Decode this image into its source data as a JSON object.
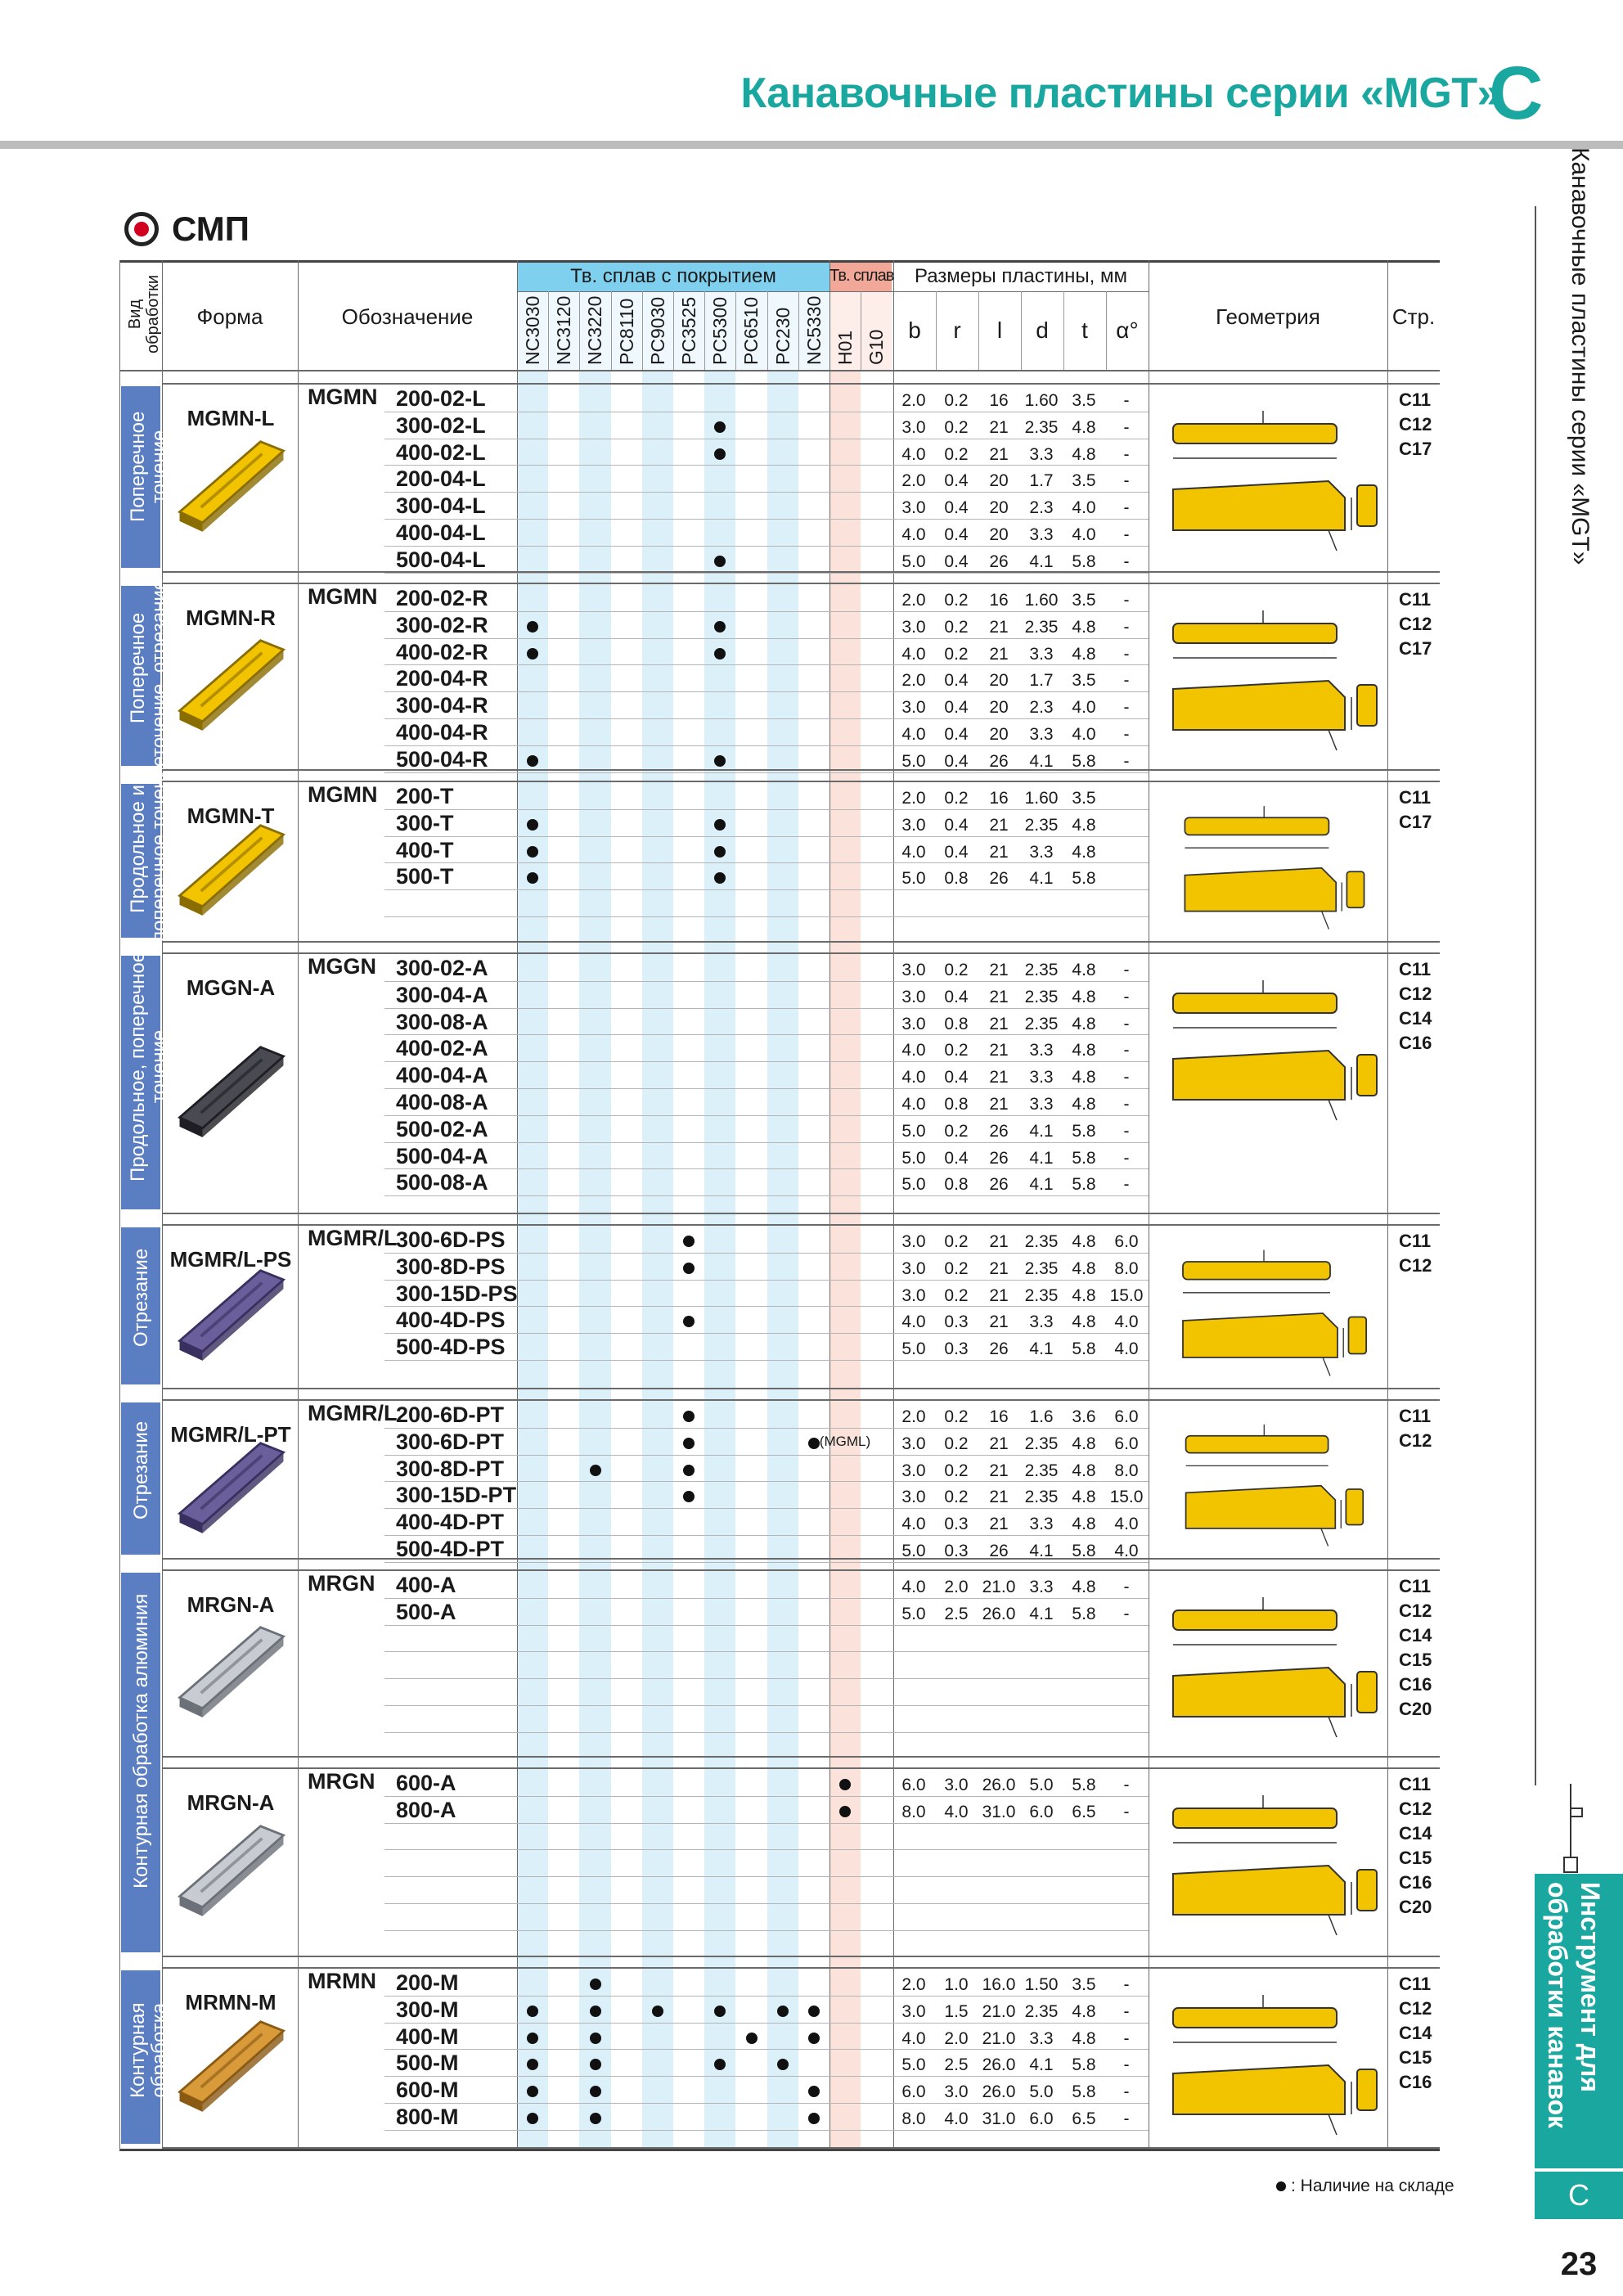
{
  "page": {
    "title": "Канавочные пластины серии «MGT»",
    "section_letter": "C",
    "side_label": "Канавочные пластины серии «MGT»",
    "side_tab": [
      "Инструмент для",
      "обработки канавок"
    ],
    "side_letter": "C",
    "page_number": "23",
    "heading": "СМП",
    "footnote": ": Наличие на складе"
  },
  "header": {
    "col_type": [
      "Вид",
      "обработки"
    ],
    "col_shape": "Форма",
    "col_designation": "Обозначение",
    "group_coated": "Тв. сплав с покрытием",
    "group_carbide": "Тв. сплав",
    "group_dims": "Размеры пластины, мм",
    "col_geometry": "Геометрия",
    "col_page": "Стр.",
    "grades": [
      "NC3030",
      "NC3120",
      "NC3220",
      "PC8110",
      "PC9030",
      "PC3525",
      "PC5300",
      "PC6510",
      "PC230",
      "NC5330",
      "H01",
      "G10"
    ],
    "dims": [
      "b",
      "r",
      "l",
      "d",
      "t",
      "α°"
    ]
  },
  "groups": [
    {
      "category": [
        "Поперечное",
        "точение"
      ],
      "shape": "MGMN-L",
      "prefix": "MGMN",
      "image": "gold-insert-icon",
      "pages": [
        "C11",
        "C12",
        "C17"
      ],
      "rows": [
        {
          "code": "200-02-L",
          "dots": [],
          "dims": [
            "2.0",
            "0.2",
            "16",
            "1.60",
            "3.5",
            "-"
          ]
        },
        {
          "code": "300-02-L",
          "dots": [
            6
          ],
          "dims": [
            "3.0",
            "0.2",
            "21",
            "2.35",
            "4.8",
            "-"
          ]
        },
        {
          "code": "400-02-L",
          "dots": [
            6
          ],
          "dims": [
            "4.0",
            "0.2",
            "21",
            "3.3",
            "4.8",
            "-"
          ]
        },
        {
          "code": "200-04-L",
          "dots": [],
          "dims": [
            "2.0",
            "0.4",
            "20",
            "1.7",
            "3.5",
            "-"
          ]
        },
        {
          "code": "300-04-L",
          "dots": [],
          "dims": [
            "3.0",
            "0.4",
            "20",
            "2.3",
            "4.0",
            "-"
          ]
        },
        {
          "code": "400-04-L",
          "dots": [],
          "dims": [
            "4.0",
            "0.4",
            "20",
            "3.3",
            "4.0",
            "-"
          ]
        },
        {
          "code": "500-04-L",
          "dots": [
            6
          ],
          "dims": [
            "5.0",
            "0.4",
            "26",
            "4.1",
            "5.8",
            "-"
          ]
        }
      ]
    },
    {
      "category": [
        "Поперечное",
        "точение, отрезание"
      ],
      "shape": "MGMN-R",
      "prefix": "MGMN",
      "image": "gold-insert-icon",
      "pages": [
        "C11",
        "C12",
        "C17"
      ],
      "rows": [
        {
          "code": "200-02-R",
          "dots": [],
          "dims": [
            "2.0",
            "0.2",
            "16",
            "1.60",
            "3.5",
            "-"
          ]
        },
        {
          "code": "300-02-R",
          "dots": [
            0,
            6
          ],
          "dims": [
            "3.0",
            "0.2",
            "21",
            "2.35",
            "4.8",
            "-"
          ]
        },
        {
          "code": "400-02-R",
          "dots": [
            0,
            6
          ],
          "dims": [
            "4.0",
            "0.2",
            "21",
            "3.3",
            "4.8",
            "-"
          ]
        },
        {
          "code": "200-04-R",
          "dots": [],
          "dims": [
            "2.0",
            "0.4",
            "20",
            "1.7",
            "3.5",
            "-"
          ]
        },
        {
          "code": "300-04-R",
          "dots": [],
          "dims": [
            "3.0",
            "0.4",
            "20",
            "2.3",
            "4.0",
            "-"
          ]
        },
        {
          "code": "400-04-R",
          "dots": [],
          "dims": [
            "4.0",
            "0.4",
            "20",
            "3.3",
            "4.0",
            "-"
          ]
        },
        {
          "code": "500-04-R",
          "dots": [
            0,
            6
          ],
          "dims": [
            "5.0",
            "0.4",
            "26",
            "4.1",
            "5.8",
            "-"
          ]
        }
      ]
    },
    {
      "category": [
        "Продольное и",
        "поперечное точение"
      ],
      "shape": "MGMN-T",
      "prefix": "MGMN",
      "image": "gold-insert-icon",
      "pages": [
        "C11",
        "C17"
      ],
      "rows": [
        {
          "code": "200-T",
          "dots": [],
          "dims": [
            "2.0",
            "0.2",
            "16",
            "1.60",
            "3.5",
            ""
          ]
        },
        {
          "code": "300-T",
          "dots": [
            0,
            6
          ],
          "dims": [
            "3.0",
            "0.4",
            "21",
            "2.35",
            "4.8",
            ""
          ]
        },
        {
          "code": "400-T",
          "dots": [
            0,
            6
          ],
          "dims": [
            "4.0",
            "0.4",
            "21",
            "3.3",
            "4.8",
            ""
          ]
        },
        {
          "code": "500-T",
          "dots": [
            0,
            6
          ],
          "dims": [
            "5.0",
            "0.8",
            "26",
            "4.1",
            "5.8",
            ""
          ]
        }
      ]
    },
    {
      "category": [
        "Продольное, поперечное",
        "точение"
      ],
      "shape": "MGGN-A",
      "prefix": "MGGN",
      "image": "dark-insert-icon",
      "pages": [
        "C11",
        "C12",
        "C14",
        "C16"
      ],
      "rows": [
        {
          "code": "300-02-A",
          "dots": [],
          "dims": [
            "3.0",
            "0.2",
            "21",
            "2.35",
            "4.8",
            "-"
          ]
        },
        {
          "code": "300-04-A",
          "dots": [],
          "dims": [
            "3.0",
            "0.4",
            "21",
            "2.35",
            "4.8",
            "-"
          ]
        },
        {
          "code": "300-08-A",
          "dots": [],
          "dims": [
            "3.0",
            "0.8",
            "21",
            "2.35",
            "4.8",
            "-"
          ]
        },
        {
          "code": "400-02-A",
          "dots": [],
          "dims": [
            "4.0",
            "0.2",
            "21",
            "3.3",
            "4.8",
            "-"
          ]
        },
        {
          "code": "400-04-A",
          "dots": [],
          "dims": [
            "4.0",
            "0.4",
            "21",
            "3.3",
            "4.8",
            "-"
          ]
        },
        {
          "code": "400-08-A",
          "dots": [],
          "dims": [
            "4.0",
            "0.8",
            "21",
            "3.3",
            "4.8",
            "-"
          ]
        },
        {
          "code": "500-02-A",
          "dots": [],
          "dims": [
            "5.0",
            "0.2",
            "26",
            "4.1",
            "5.8",
            "-"
          ]
        },
        {
          "code": "500-04-A",
          "dots": [],
          "dims": [
            "5.0",
            "0.4",
            "26",
            "4.1",
            "5.8",
            "-"
          ]
        },
        {
          "code": "500-08-A",
          "dots": [],
          "dims": [
            "5.0",
            "0.8",
            "26",
            "4.1",
            "5.8",
            "-"
          ]
        }
      ]
    },
    {
      "category": [
        "Отрезание"
      ],
      "shape": "MGMR/L-PS",
      "prefix": "MGMR/L",
      "image": "purple-insert-icon",
      "pages": [
        "C11",
        "C12"
      ],
      "rows": [
        {
          "code": "300-6D-PS",
          "dots": [
            5
          ],
          "dims": [
            "3.0",
            "0.2",
            "21",
            "2.35",
            "4.8",
            "6.0"
          ]
        },
        {
          "code": "300-8D-PS",
          "dots": [
            5
          ],
          "dims": [
            "3.0",
            "0.2",
            "21",
            "2.35",
            "4.8",
            "8.0"
          ]
        },
        {
          "code": "300-15D-PS",
          "dots": [],
          "dims": [
            "3.0",
            "0.2",
            "21",
            "2.35",
            "4.8",
            "15.0"
          ]
        },
        {
          "code": "400-4D-PS",
          "dots": [
            5
          ],
          "dims": [
            "4.0",
            "0.3",
            "21",
            "3.3",
            "4.8",
            "4.0"
          ]
        },
        {
          "code": "500-4D-PS",
          "dots": [],
          "dims": [
            "5.0",
            "0.3",
            "26",
            "4.1",
            "5.8",
            "4.0"
          ]
        }
      ]
    },
    {
      "category": [
        "Отрезание"
      ],
      "shape": "MGMR/L-PT",
      "prefix": "MGMR/L",
      "image": "purple-insert-icon",
      "pages": [
        "C11",
        "C12"
      ],
      "note": "(MGML)",
      "rows": [
        {
          "code": "200-6D-PT",
          "dots": [
            5
          ],
          "dims": [
            "2.0",
            "0.2",
            "16",
            "1.6",
            "3.6",
            "6.0"
          ]
        },
        {
          "code": "300-6D-PT",
          "dots": [
            5,
            9
          ],
          "dims": [
            "3.0",
            "0.2",
            "21",
            "2.35",
            "4.8",
            "6.0"
          ]
        },
        {
          "code": "300-8D-PT",
          "dots": [
            2,
            5
          ],
          "dims": [
            "3.0",
            "0.2",
            "21",
            "2.35",
            "4.8",
            "8.0"
          ]
        },
        {
          "code": "300-15D-PT",
          "dots": [
            5
          ],
          "dims": [
            "3.0",
            "0.2",
            "21",
            "2.35",
            "4.8",
            "15.0"
          ]
        },
        {
          "code": "400-4D-PT",
          "dots": [],
          "dims": [
            "4.0",
            "0.3",
            "21",
            "3.3",
            "4.8",
            "4.0"
          ]
        },
        {
          "code": "500-4D-PT",
          "dots": [],
          "dims": [
            "5.0",
            "0.3",
            "26",
            "4.1",
            "5.8",
            "4.0"
          ]
        }
      ]
    },
    {
      "category": [
        "Контурная обработка алюминия"
      ],
      "shape": "MRGN-A",
      "prefix": "MRGN",
      "image": "silver-insert-icon",
      "pages": [
        "C11",
        "C12",
        "C14",
        "C15",
        "C16",
        "C20"
      ],
      "rows": [
        {
          "code": "400-A",
          "dots": [],
          "dims": [
            "4.0",
            "2.0",
            "21.0",
            "3.3",
            "4.8",
            "-"
          ]
        },
        {
          "code": "500-A",
          "dots": [],
          "dims": [
            "5.0",
            "2.5",
            "26.0",
            "4.1",
            "5.8",
            "-"
          ]
        }
      ]
    },
    {
      "category": [],
      "shape": "MRGN-A",
      "prefix": "MRGN",
      "image": "silver-insert-icon",
      "pages": [
        "C11",
        "C12",
        "C14",
        "C15",
        "C16",
        "C20"
      ],
      "rows": [
        {
          "code": "600-A",
          "dots": [
            10
          ],
          "dims": [
            "6.0",
            "3.0",
            "26.0",
            "5.0",
            "5.8",
            "-"
          ]
        },
        {
          "code": "800-A",
          "dots": [
            10
          ],
          "dims": [
            "8.0",
            "4.0",
            "31.0",
            "6.0",
            "6.5",
            "-"
          ]
        }
      ]
    },
    {
      "category": [
        "Контурная",
        "обработка"
      ],
      "shape": "MRMN-M",
      "prefix": "MRMN",
      "image": "bronze-insert-icon",
      "pages": [
        "C11",
        "C12",
        "C14",
        "C15",
        "C16"
      ],
      "rows": [
        {
          "code": "200-M",
          "dots": [
            2
          ],
          "dims": [
            "2.0",
            "1.0",
            "16.0",
            "1.50",
            "3.5",
            "-"
          ]
        },
        {
          "code": "300-M",
          "dots": [
            0,
            2,
            4,
            6,
            8,
            9
          ],
          "dims": [
            "3.0",
            "1.5",
            "21.0",
            "2.35",
            "4.8",
            "-"
          ]
        },
        {
          "code": "400-M",
          "dots": [
            0,
            2,
            7,
            9
          ],
          "dims": [
            "4.0",
            "2.0",
            "21.0",
            "3.3",
            "4.8",
            "-"
          ]
        },
        {
          "code": "500-M",
          "dots": [
            0,
            2,
            6,
            8
          ],
          "dims": [
            "5.0",
            "2.5",
            "26.0",
            "4.1",
            "5.8",
            "-"
          ]
        },
        {
          "code": "600-M",
          "dots": [
            0,
            2,
            9
          ],
          "dims": [
            "6.0",
            "3.0",
            "26.0",
            "5.0",
            "5.8",
            "-"
          ]
        },
        {
          "code": "800-M",
          "dots": [
            0,
            2,
            9
          ],
          "dims": [
            "8.0",
            "4.0",
            "31.0",
            "6.0",
            "6.5",
            "-"
          ]
        }
      ]
    }
  ],
  "colors": {
    "brand": "#1aa7a0",
    "category": "#5b7ec2",
    "coated_header": "#7fd0ef",
    "carbide_header": "#f2a899",
    "coated_shade": "#dcf0fa",
    "carbide_shade": "#fbe3dc",
    "insert_gold": "#f2c400"
  }
}
